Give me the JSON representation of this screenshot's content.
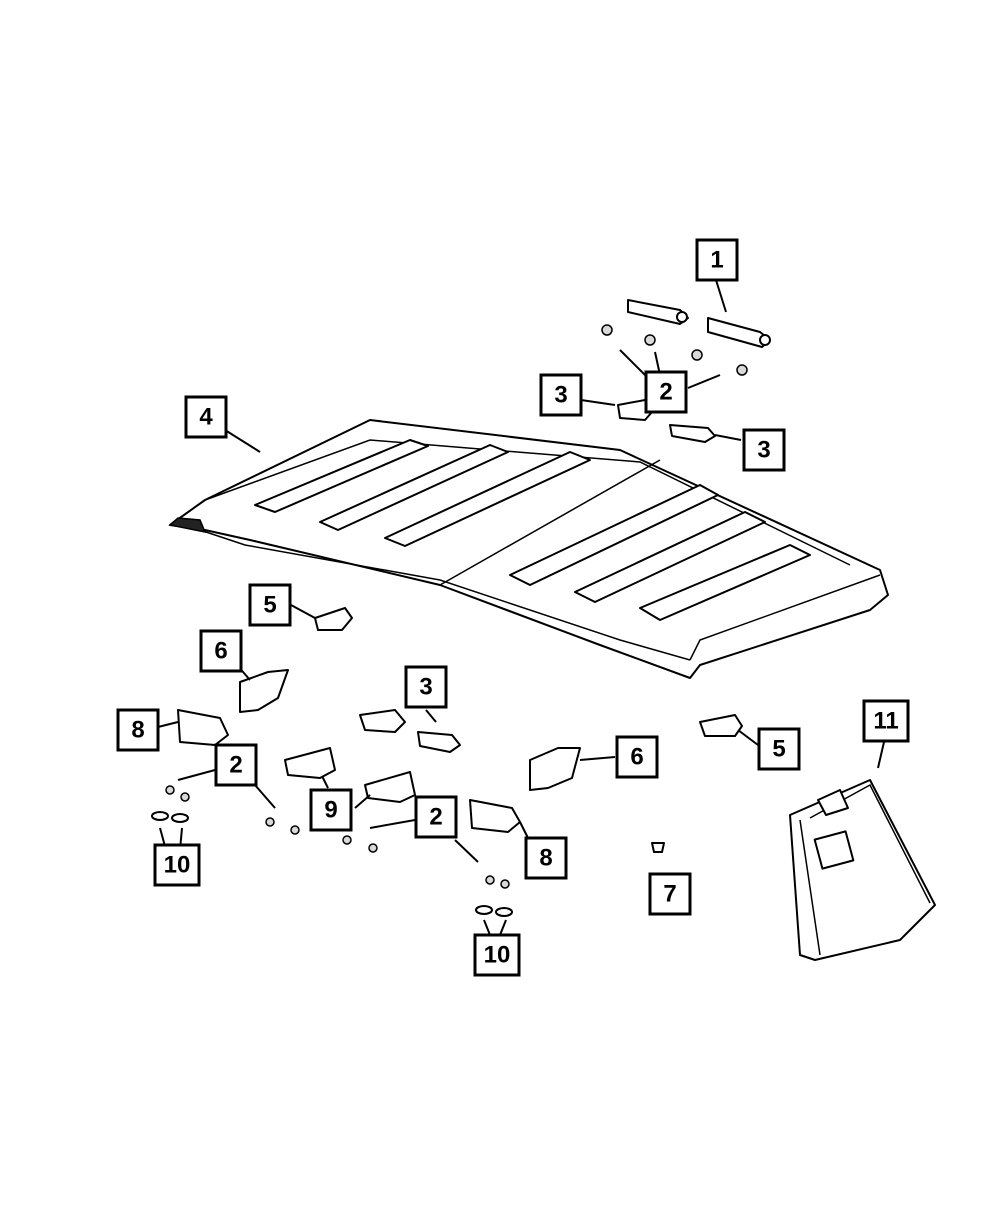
{
  "callouts": {
    "c1": "1",
    "c2a": "2",
    "c2b": "2",
    "c2c": "2",
    "c3a": "3",
    "c3b": "3",
    "c3c": "3",
    "c4": "4",
    "c5a": "5",
    "c5b": "5",
    "c6a": "6",
    "c6b": "6",
    "c7": "7",
    "c8a": "8",
    "c8b": "8",
    "c9": "9",
    "c10a": "10",
    "c10b": "10",
    "c11": "11"
  }
}
